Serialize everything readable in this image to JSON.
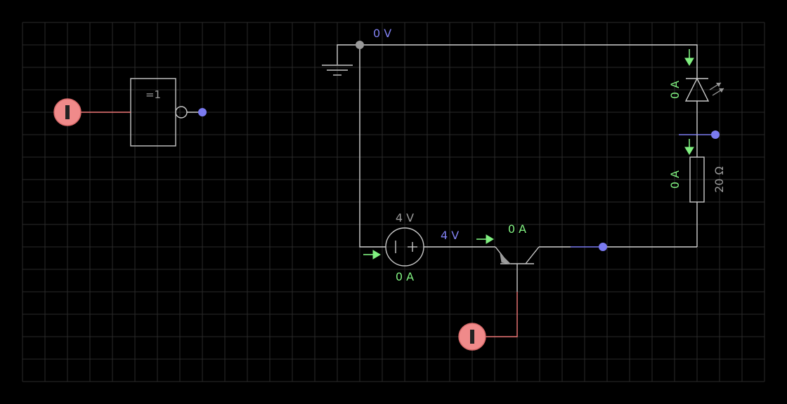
{
  "colors": {
    "background": "#000000",
    "grid": "#2a2a2a",
    "wire": "#cfcfcf",
    "wire_active_low": "#f07878",
    "node_blue": "#7a7af0",
    "current_arrow": "#80f080",
    "input_button": "#f08080"
  },
  "gate": {
    "label": "=1"
  },
  "labels": {
    "node_top_voltage": "0 V",
    "source_voltage": "4 V",
    "source_current": "0 A",
    "emitter_voltage": "4 V",
    "transistor_current": "0 A",
    "led_current": "0 A",
    "resistor_current": "0 A",
    "resistor_value": "20 Ω"
  },
  "icons": {
    "input_switch_top": "toggle-button-icon",
    "input_switch_bottom": "toggle-button-icon",
    "ground": "ground-icon",
    "led": "led-icon",
    "resistor": "resistor-icon",
    "voltage_source": "dc-source-icon",
    "transistor": "pnp-transistor-icon"
  }
}
